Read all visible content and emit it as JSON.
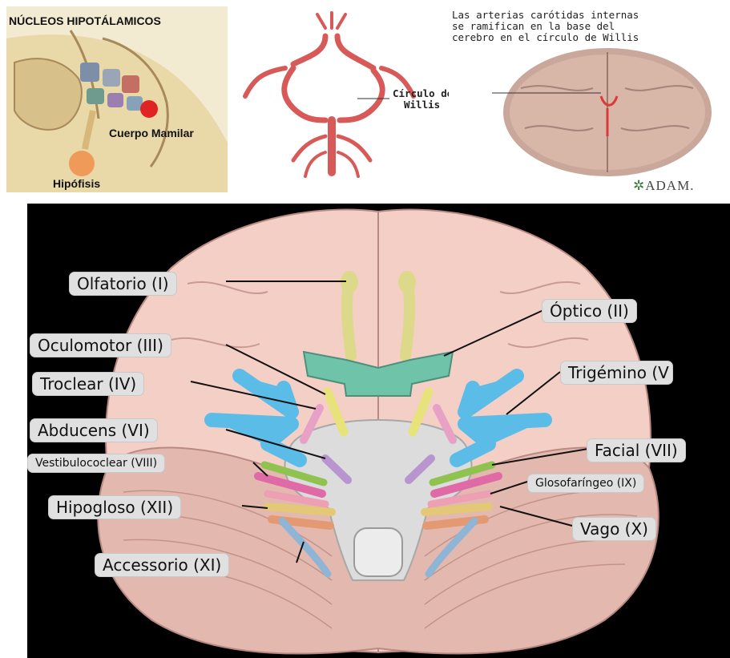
{
  "hypothalamus": {
    "title": "NÚCLEOS HIPOTÁLAMICOS",
    "label_mamilar": "Cuerpo Mamilar",
    "label_hipofisis": "Hipófisis"
  },
  "willis": {
    "caption_line1": "Las arterias carótidas internas",
    "caption_line2": "se ramifican en la base del",
    "caption_line3": "cerebro en el círculo de Willis",
    "label_line1": "Círculo de",
    "label_line2": "Willis",
    "credit": "ADAM."
  },
  "nerves": {
    "labels": [
      "Olfatorio (I)",
      "Óptico (II)",
      "Oculomotor (III)",
      "Troclear (IV)",
      "Trigémino (V",
      "Abducens (VI)",
      "Facial (VII)",
      "Vestibulococlear (VIII)",
      "Glosofaríngeo (IX)",
      "Hipogloso (XII)",
      "Vago (X)",
      "Accessorio (XI)"
    ]
  },
  "colors": {
    "olfactory": "#dcd98a",
    "optic": "#6fc3a8",
    "oculomotor": "#e8e27a",
    "trochlear": "#e7a0c6",
    "trigeminal": "#5bbce8",
    "abducens": "#b895cf",
    "facial": "#8fc24f",
    "vestibulocochlear": "#e06aa6",
    "glossopharyngeal": "#ee9fb4",
    "hypoglossal": "#e3c877",
    "vagus": "#e39a73",
    "accessory": "#8eb4d6",
    "brain": "#f4cfc6",
    "brainstem": "#dcdcdc",
    "artery": "#d85a58"
  }
}
